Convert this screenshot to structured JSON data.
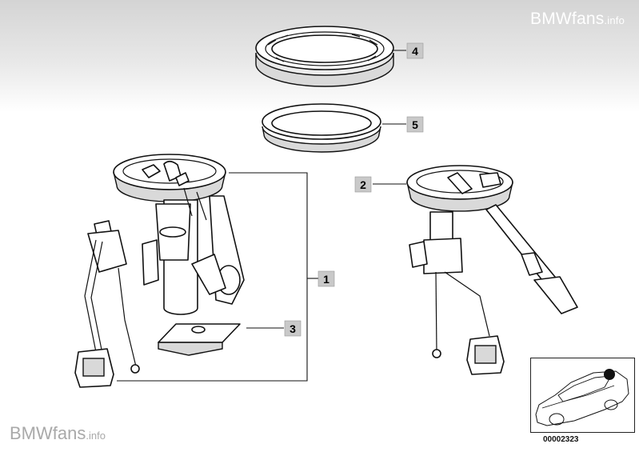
{
  "watermark": {
    "top": {
      "brand": "BMWfans",
      "suffix": ".info"
    },
    "bottom": {
      "brand": "BMWfans",
      "suffix": ".info"
    }
  },
  "callouts": [
    {
      "id": "1",
      "label": "1"
    },
    {
      "id": "2",
      "label": "2"
    },
    {
      "id": "3",
      "label": "3"
    },
    {
      "id": "4",
      "label": "4"
    },
    {
      "id": "5",
      "label": "5"
    }
  ],
  "reference_number": "00002323",
  "colors": {
    "callout_fill": "#c9c9c9",
    "line": "#111111",
    "marker": "#111111",
    "watermark_top": "#ffffff",
    "watermark_bottom": "#a9a9a9"
  }
}
